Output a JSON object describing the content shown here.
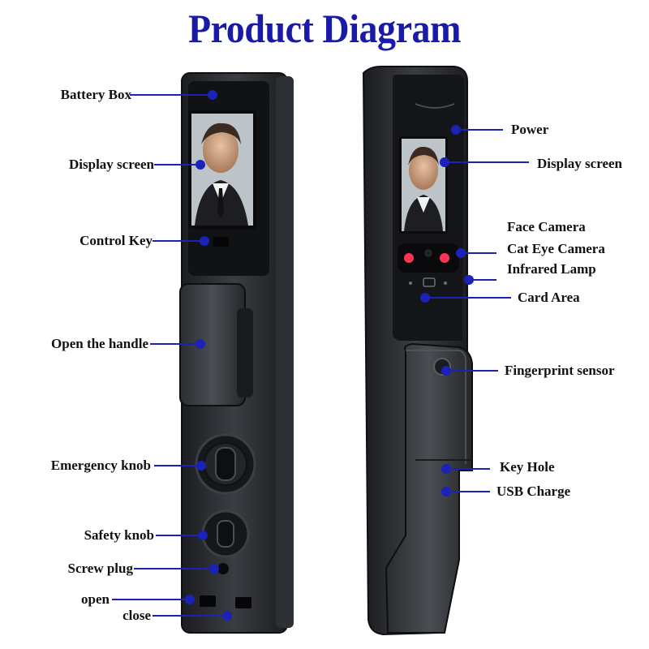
{
  "title": "Product Diagram",
  "colors": {
    "title": "#1a1aa8",
    "leader": "#1a22b8",
    "lock_body": "#2b2e33",
    "lock_dark": "#16181b"
  },
  "labels_left": {
    "battery_box": "Battery Box",
    "display_screen": "Display screen",
    "control_key": "Control Key",
    "open_handle": "Open the handle",
    "emergency_knob": "Emergency knob",
    "safety_knob": "Safety knob",
    "screw_plug": "Screw plug",
    "open": "open",
    "close": "close"
  },
  "labels_right": {
    "power": "Power",
    "display_screen": "Display screen",
    "face_camera": "Face Camera",
    "cat_eye_camera": "Cat Eye Camera",
    "infrared_lamp": "Infrared Lamp",
    "card_area": "Card Area",
    "fingerprint_sensor": "Fingerprint sensor",
    "key_hole": "Key Hole",
    "usb_charge": "USB Charge"
  }
}
